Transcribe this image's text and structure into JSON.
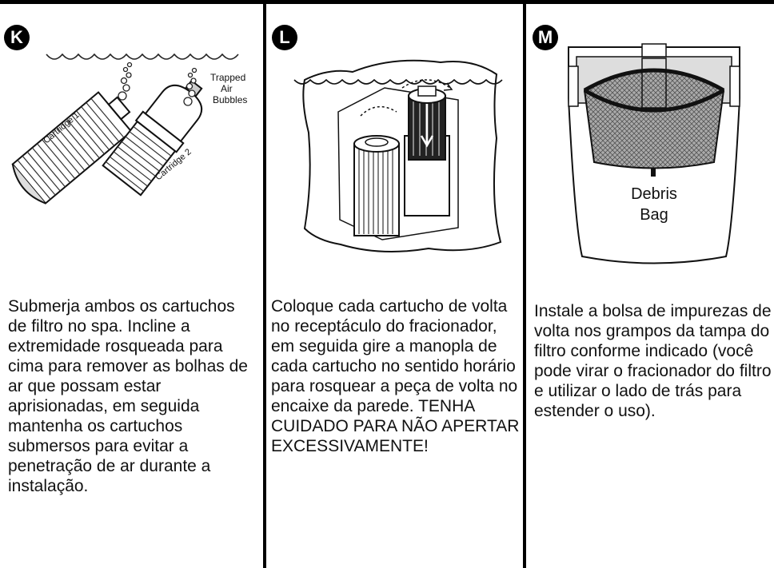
{
  "steps": [
    {
      "letter": "K",
      "text": "Submerja ambos os cartuchos de filtro no spa. Incline a extremidade rosqueada para cima para remover as bolhas de ar que possam estar aprisionadas, em seguida mantenha os cartuchos submersos para evitar a penetração de ar durante a instalação.",
      "labels": {
        "cartridge1": "Cartridge 1",
        "cartridge2": "Cartridge 2",
        "trapped": "Trapped",
        "air": "Air",
        "bubbles": "Bubbles"
      }
    },
    {
      "letter": "L",
      "text": "Coloque cada cartucho de volta no receptáculo do fracionador, em seguida gire a manopla de cada cartucho no sentido horário para rosquear a peça de volta no encaixe da parede. TENHA CUIDADO PARA NÃO APERTAR EXCESSIVAMENTE!"
    },
    {
      "letter": "M",
      "text": "Instale a bolsa de impurezas de volta nos grampos da tampa do filtro conforme indicado (você pode virar o fracionador do filtro e utilizar o lado de trás para estender o uso).",
      "labels": {
        "debris": "Debris",
        "bag": "Bag"
      }
    }
  ]
}
